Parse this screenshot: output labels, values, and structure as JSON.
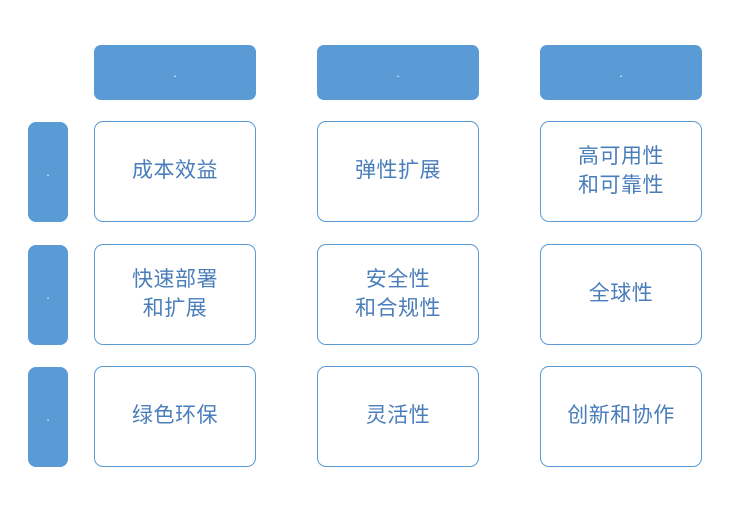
{
  "diagram": {
    "type": "3x3-matrix",
    "colors": {
      "accent_blue": "#5B9BD5",
      "card_border": "#5B9BD5",
      "card_text": "#4A7EBB",
      "chip_text": "#FFFFFF",
      "background": "#FFFFFF"
    },
    "column_headers": [
      {
        "label": "."
      },
      {
        "label": "."
      },
      {
        "label": "."
      }
    ],
    "row_labels": [
      {
        "label": "."
      },
      {
        "label": "."
      },
      {
        "label": "."
      }
    ],
    "cells": [
      [
        {
          "text": "成本效益"
        },
        {
          "text": "弹性扩展"
        },
        {
          "text": "高可用性\n和可靠性"
        }
      ],
      [
        {
          "text": "快速部署\n和扩展"
        },
        {
          "text": "安全性\n和合规性"
        },
        {
          "text": "全球性"
        }
      ],
      [
        {
          "text": "绿色环保"
        },
        {
          "text": "灵活性"
        },
        {
          "text": "创新和协作"
        }
      ]
    ]
  }
}
